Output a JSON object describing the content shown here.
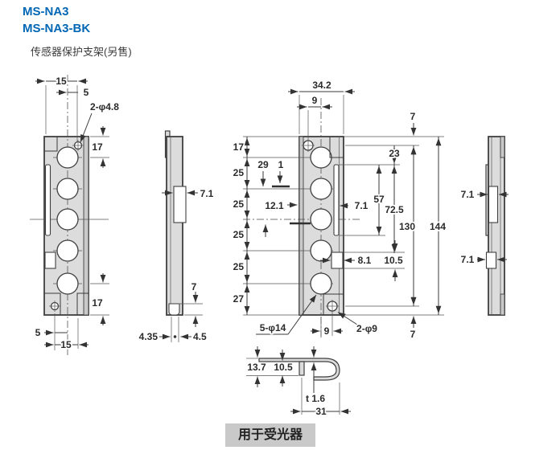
{
  "header": {
    "model_primary": "MS-NA3",
    "model_secondary": "MS-NA3-BK",
    "subtitle": "传感器保护支架(另售)",
    "accent_color": "#0067b5"
  },
  "caption": {
    "label": "用于受光器",
    "bg_color": "#c9c9c9"
  },
  "colors": {
    "plate_fill": "#dcdcdc",
    "line_color": "#3a3a3a",
    "hole_fill": "#ffffff"
  },
  "views": {
    "front_left": {
      "dim_top_width": "15",
      "dim_top_offset": "5",
      "note_small_holes": "2-φ4.8",
      "dim_top_pitch": "17",
      "dim_bottom_pitch": "17",
      "dim_bottom_offset": "5",
      "dim_bottom_width": "15"
    },
    "side_left": {
      "dim_tab_depth": "7.1",
      "dim_foot_height": "7",
      "dim_foot_a": "4.35",
      "dim_foot_b": "4.5"
    },
    "front_main": {
      "dim_width": "34.2",
      "dim_hole_offset_top": "9",
      "dim_edge_top": "7",
      "dim_pitch_1": "17",
      "dim_pitch_2": "25",
      "dim_pitch_3": "25",
      "dim_pitch_4": "25",
      "dim_pitch_5": "25",
      "dim_pitch_6": "27",
      "dim_29": "29",
      "dim_1": "1",
      "dim_12_1": "12.1",
      "dim_slot_depth": "7.1",
      "dim_23": "23",
      "dim_57": "57",
      "dim_72_5": "72.5",
      "dim_130": "130",
      "dim_144": "144",
      "dim_8_1": "8.1",
      "dim_10_5": "10.5",
      "note_large_holes": "5-φ14",
      "dim_hole_offset_bottom": "9",
      "note_screw_holes": "2-φ9",
      "dim_edge_bottom": "7"
    },
    "side_right": {
      "dim_tab_upper": "7.1",
      "dim_tab_lower": "7.1"
    },
    "profile": {
      "dim_height_a": "13.7",
      "dim_height_b": "10.5",
      "note_thickness": "t 1.6",
      "dim_width": "31"
    }
  }
}
